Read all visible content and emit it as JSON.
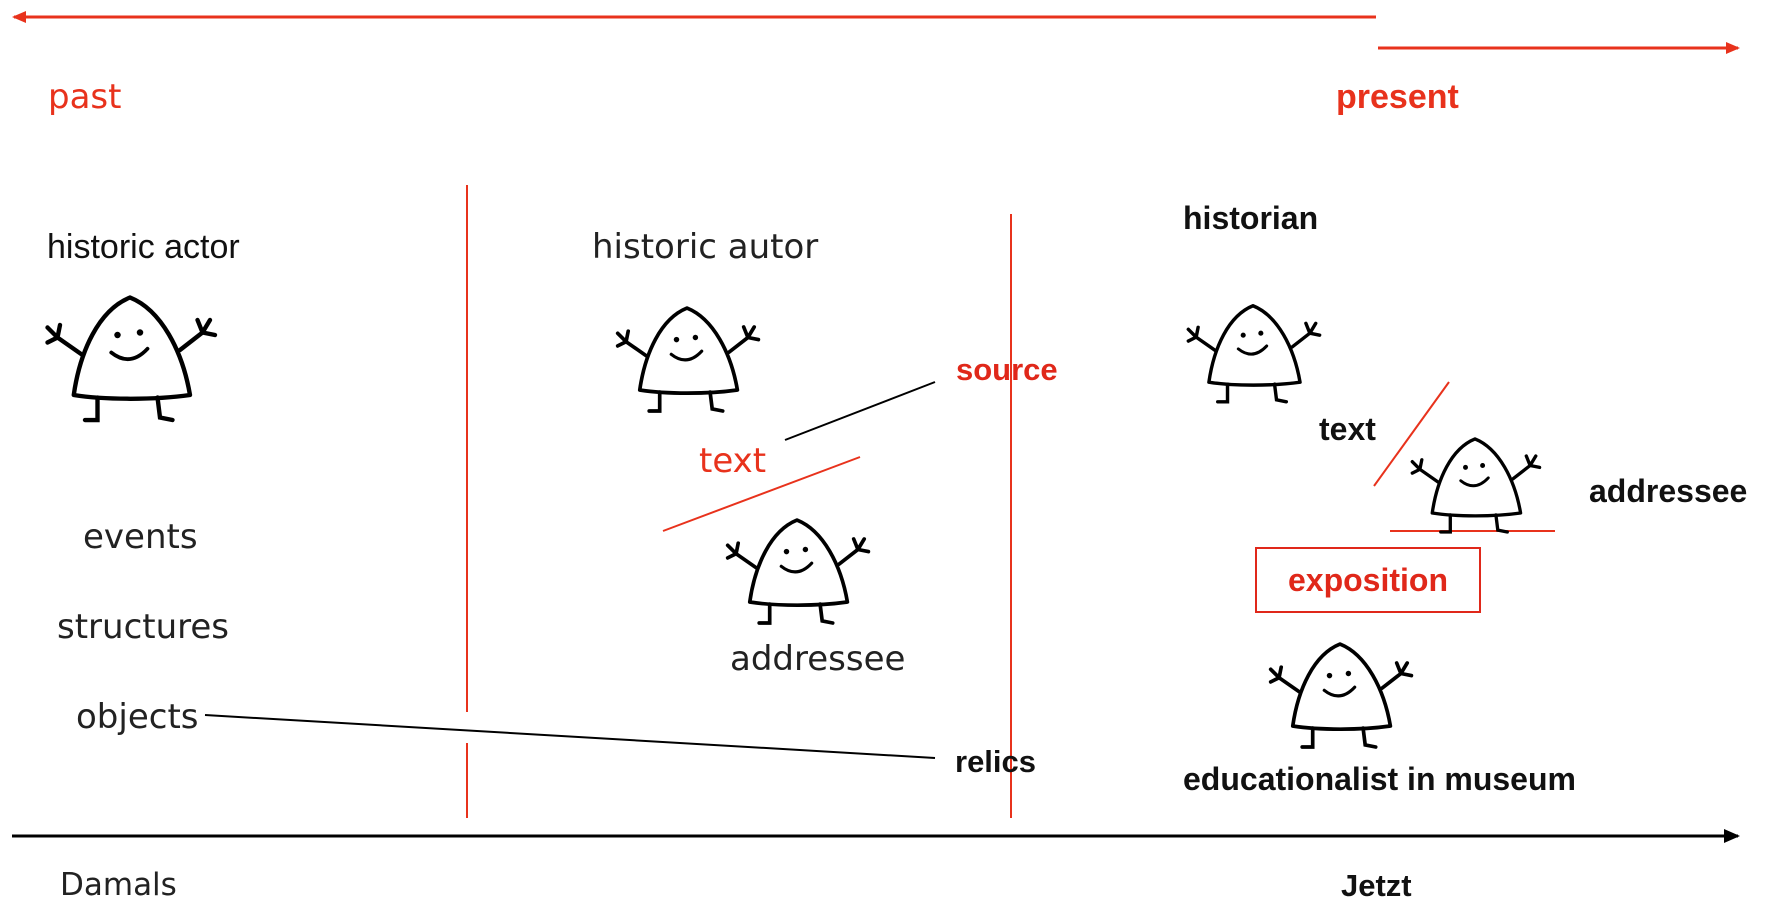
{
  "timeline": {
    "past_label": "past",
    "present_label": "present",
    "then_label": "Damals",
    "now_label": "Jetzt"
  },
  "zone_past": {
    "actor_label": "historic actor",
    "items": [
      "events",
      "structures",
      "objects"
    ]
  },
  "zone_middle": {
    "author_label": "historic autor",
    "text_label": "text",
    "addressee_label": "addressee",
    "source_label": "source",
    "relics_label": "relics"
  },
  "zone_present": {
    "historian_label": "historian",
    "text_label": "text",
    "addressee_label": "addressee",
    "exposition_label": "exposition",
    "educator_label": "educationalist in museum"
  },
  "colors": {
    "accent_red": "#e8321c",
    "ink": "#111111"
  },
  "icons": [
    "cartoon-figure-icon"
  ]
}
